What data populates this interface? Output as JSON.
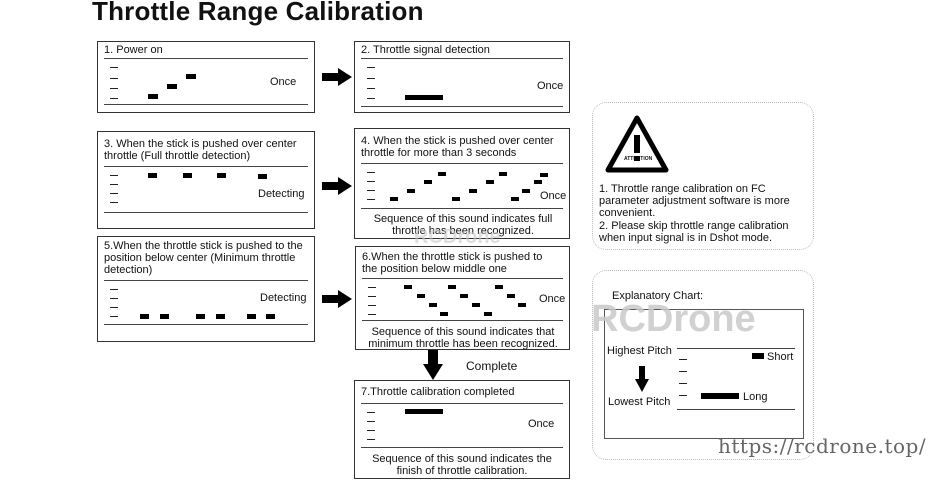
{
  "title": "Throttle Range Calibration",
  "steps": {
    "s1": {
      "title": "1. Power on",
      "status": "Once"
    },
    "s2": {
      "title": "2. Throttle signal detection",
      "status": "Once"
    },
    "s3": {
      "title": "3. When the stick is pushed over center throttle  (Full throttle detection)",
      "status": "Detecting"
    },
    "s4": {
      "title": "4. When the stick is pushed over center throttle for more than 3 seconds",
      "status": "Once",
      "note": "Sequence of this sound indicates full throttle has been recognized."
    },
    "s5": {
      "title": "5.When the throttle stick is pushed to the position below center (Minimum throttle detection)",
      "status": "Detecting"
    },
    "s6": {
      "title": "6.When the throttle stick is pushed to the position below middle one",
      "status": "Once",
      "note": "Sequence of this sound indicates that minimum throttle has been recognized."
    },
    "s7": {
      "title": "7.Throttle calibration completed",
      "status": "Once",
      "note": "Sequence of this sound indicates the finish of throttle calibration."
    }
  },
  "complete_label": "Complete",
  "attention": {
    "icon": "attention-warning-icon",
    "icon_text": "ATTENTION",
    "note1": "1. Throttle range calibration on FC parameter adjustment software is more convenient.",
    "note2": "2. Please skip throttle range calibration when input signal is in Dshot mode."
  },
  "explanatory": {
    "title": "Explanatory Chart:",
    "highest": "Highest Pitch",
    "lowest": "Lowest Pitch",
    "short": "Short",
    "long": "Long"
  },
  "watermark": "RCDrone",
  "url": "https://rcdrone.top/"
}
